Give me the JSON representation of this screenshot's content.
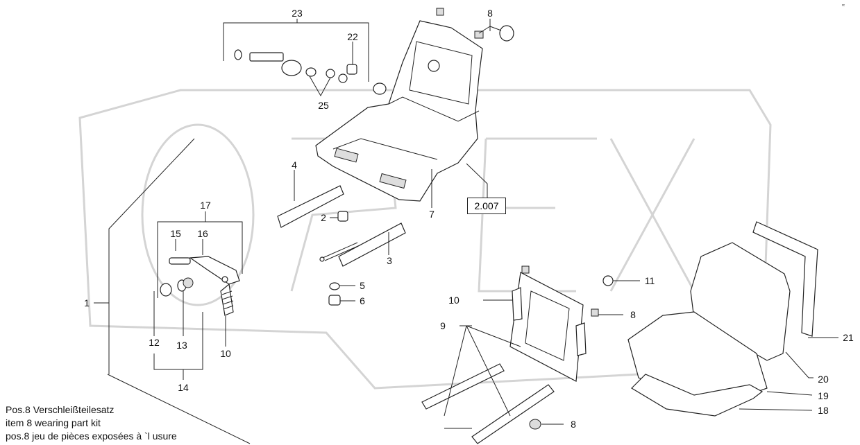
{
  "watermark": "OPEX",
  "corner_mark": "rc",
  "reference": "2.007",
  "callouts": [
    "23",
    "8",
    "22",
    "25",
    "4",
    "2",
    "7",
    "17",
    "15",
    "16",
    "3",
    "5",
    "6",
    "1",
    "12",
    "13",
    "10",
    "14",
    "10",
    "9",
    "8",
    "11",
    "8",
    "21",
    "20",
    "19",
    "18"
  ],
  "notes": [
    "Pos.8  Verschleißteilesatz",
    "item 8  wearing part kit",
    "pos.8  jeu de pièces exposées à `l usure"
  ]
}
